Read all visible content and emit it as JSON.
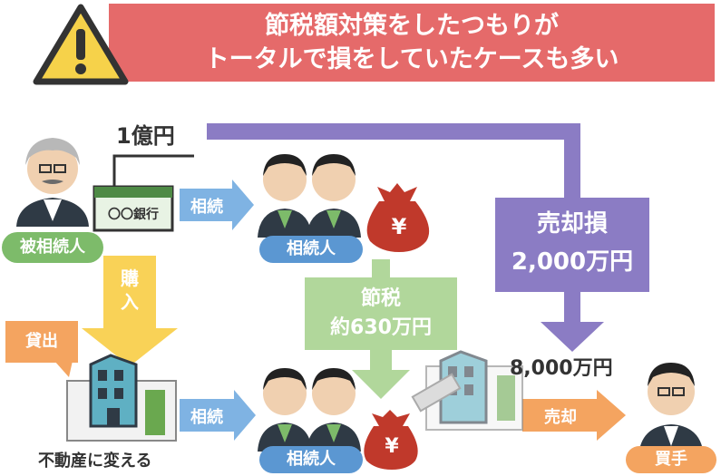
{
  "banner": {
    "line1": "節税額対策をしたつもりが",
    "line2": "トータルで損をしていたケースも多い",
    "icon": "warning-icon"
  },
  "labels": {
    "amount_1oku": "1億円",
    "bank": "〇〇銀行",
    "decedent": "被相続人",
    "heirs_top": "相続人",
    "heirs_bottom": "相続人",
    "inherit_top": "相続",
    "inherit_bottom": "相続",
    "purchase": "購入",
    "lend": "貸出",
    "to_real_estate": "不動産に変える",
    "tax_save_line1": "節税",
    "tax_save_line2": "約630万円",
    "sale_loss_line1": "売却損",
    "sale_loss_line2": "2,000万円",
    "amount_8000": "8,000万円",
    "sale": "売却",
    "buyer": "買手",
    "yen": "¥"
  },
  "colors": {
    "banner": "#e56a6a",
    "warning_yellow": "#f6d24a",
    "green": "#7dbb6a",
    "blue": "#5b97d2",
    "arrow_blue": "#7fb3e3",
    "yellow": "#f9d257",
    "orange": "#f4a460",
    "purple": "#8b7cc4",
    "light_green": "#b1d79b",
    "red": "#c0392b",
    "building": "#5fb0c3"
  }
}
